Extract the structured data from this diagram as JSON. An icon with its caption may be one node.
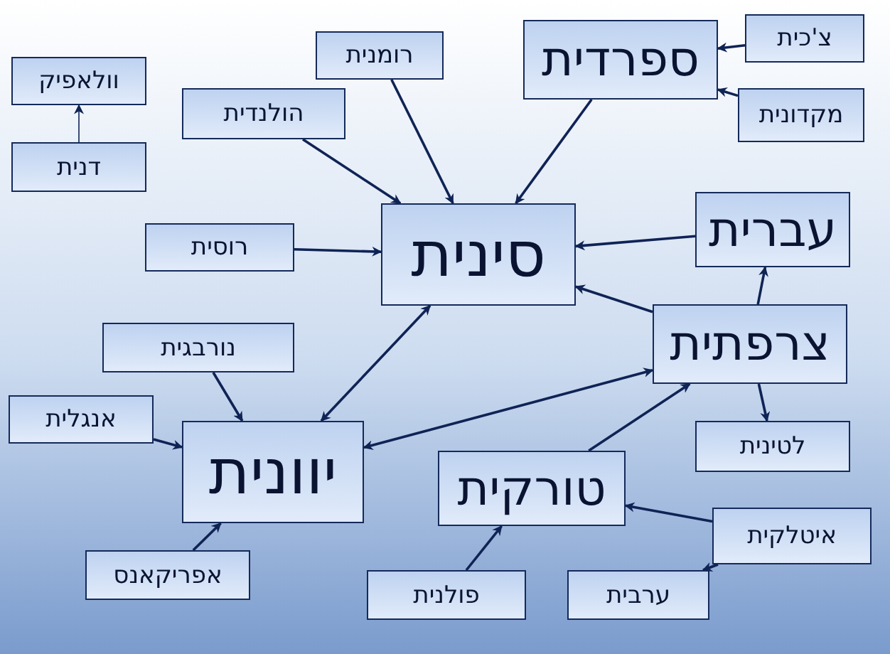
{
  "diagram": {
    "nodes": [
      {
        "text": [
          "וולאפיק"
        ]
      },
      {
        "text": [
          "דנית"
        ]
      },
      {
        "text": [
          "רומנית"
        ]
      },
      {
        "text": [
          "ספרדית"
        ]
      },
      {
        "text": [
          "צ'כית"
        ]
      },
      {
        "text": [
          "מקדונית"
        ]
      },
      {
        "text": [
          "הולנדית"
        ]
      },
      {
        "text": [
          "סינית"
        ]
      },
      {
        "text": [
          "עברית"
        ]
      },
      {
        "text": [
          "רוסית"
        ]
      },
      {
        "text": [
          "צרפתית"
        ]
      },
      {
        "text": [
          "נורבגית"
        ]
      },
      {
        "text": [
          "אנגלית"
        ]
      },
      {
        "text": [
          "יוונית"
        ]
      },
      {
        "text": [
          "טורקית"
        ]
      },
      {
        "text": [
          "לטינית"
        ]
      },
      {
        "text": [
          "איטלקית"
        ]
      },
      {
        "text": [
          "אפריקאנס"
        ]
      },
      {
        "text": [
          "פולנית"
        ]
      },
      {
        "text": [
          "ערבית"
        ]
      }
    ],
    "edges": [
      {
        "from": 1,
        "to": 0,
        "arrow": "to"
      },
      {
        "from": 2,
        "to": 7,
        "arrow": "to"
      },
      {
        "from": 3,
        "to": 7,
        "arrow": "to"
      },
      {
        "from": 4,
        "to": 3,
        "arrow": "to"
      },
      {
        "from": 5,
        "to": 3,
        "arrow": "to"
      },
      {
        "from": 6,
        "to": 7,
        "arrow": "to"
      },
      {
        "from": 9,
        "to": 7,
        "arrow": "to"
      },
      {
        "from": 8,
        "to": 7,
        "arrow": "to"
      },
      {
        "from": 10,
        "to": 7,
        "arrow": "to"
      },
      {
        "from": 10,
        "to": 8,
        "arrow": "to"
      },
      {
        "from": 10,
        "to": 15,
        "arrow": "to"
      },
      {
        "from": 13,
        "to": 7,
        "arrow": "both"
      },
      {
        "from": 13,
        "to": 10,
        "arrow": "both"
      },
      {
        "from": 14,
        "to": 10,
        "arrow": "to"
      },
      {
        "from": 11,
        "to": 13,
        "arrow": "to"
      },
      {
        "from": 12,
        "to": 13,
        "arrow": "to"
      },
      {
        "from": 17,
        "to": 13,
        "arrow": "to"
      },
      {
        "from": 16,
        "to": 14,
        "arrow": "to"
      },
      {
        "from": 16,
        "to": 19,
        "arrow": "to"
      },
      {
        "from": 18,
        "to": 14,
        "arrow": "to"
      }
    ]
  }
}
